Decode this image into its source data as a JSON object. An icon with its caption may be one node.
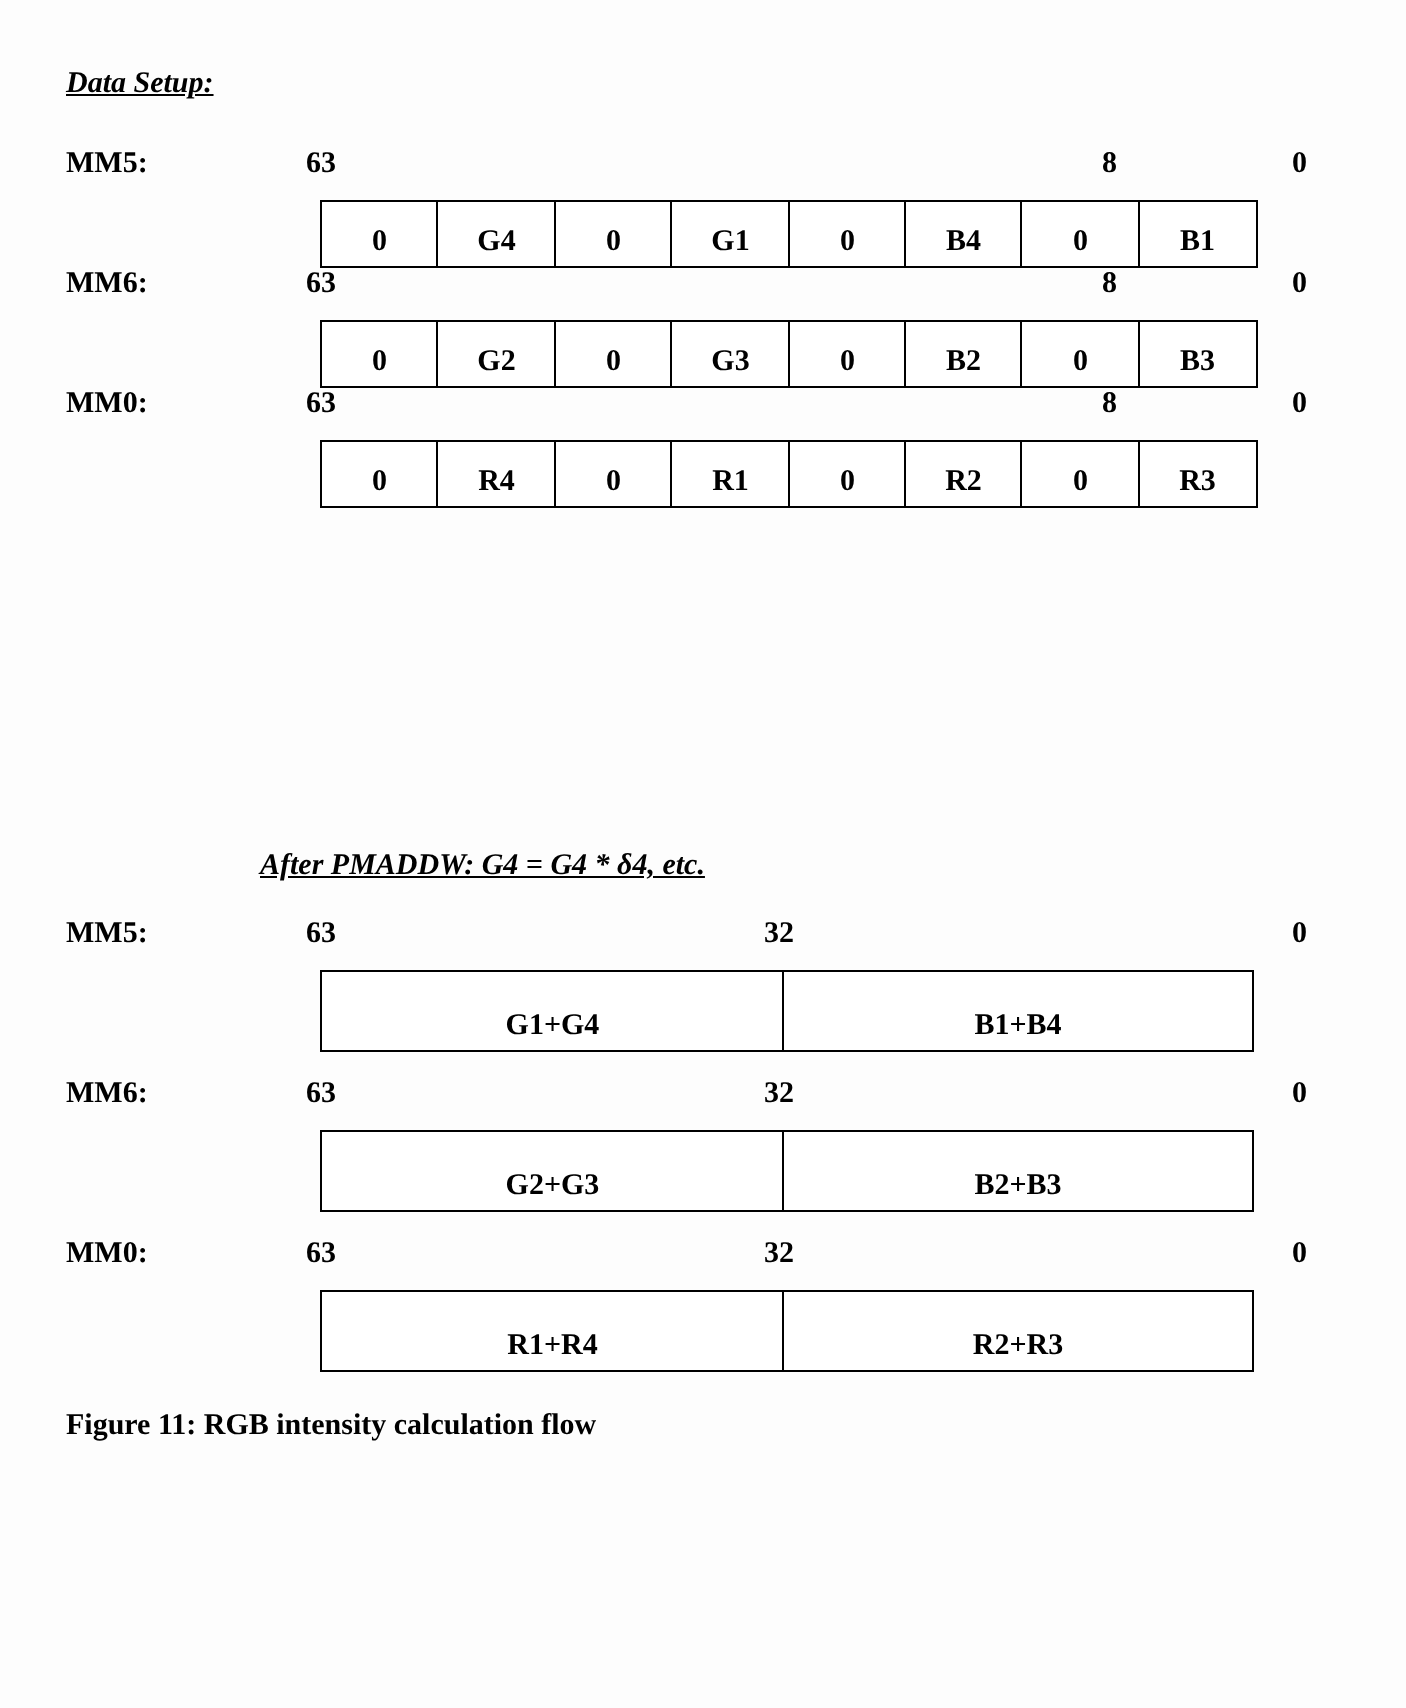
{
  "diagram": {
    "title": "Data Setup:",
    "caption": "Figure 11:  RGB intensity calculation flow",
    "nodes": [
      {
        "text": [
          "0"
        ]
      },
      {
        "text": [
          "G4"
        ]
      },
      {
        "text": [
          "0"
        ]
      },
      {
        "text": [
          "G1"
        ]
      },
      {
        "text": [
          "0"
        ]
      },
      {
        "text": [
          "B4"
        ]
      },
      {
        "text": [
          "0"
        ]
      },
      {
        "text": [
          "B1"
        ]
      },
      {
        "text": [
          "0"
        ]
      },
      {
        "text": [
          "G2"
        ]
      },
      {
        "text": [
          "0"
        ]
      },
      {
        "text": [
          "G3"
        ]
      },
      {
        "text": [
          "0"
        ]
      },
      {
        "text": [
          "B2"
        ]
      },
      {
        "text": [
          "0"
        ]
      },
      {
        "text": [
          "B3"
        ]
      },
      {
        "text": [
          "0"
        ]
      },
      {
        "text": [
          "R4"
        ]
      },
      {
        "text": [
          "0"
        ]
      },
      {
        "text": [
          "R1"
        ]
      },
      {
        "text": [
          "0"
        ]
      },
      {
        "text": [
          "R2"
        ]
      },
      {
        "text": [
          "0"
        ]
      },
      {
        "text": [
          "R3"
        ]
      },
      {
        "text": [
          "G1+G4"
        ]
      },
      {
        "text": [
          "B1+B4"
        ]
      },
      {
        "text": [
          "G2+G3"
        ]
      },
      {
        "text": [
          "B2+B3"
        ]
      },
      {
        "text": [
          "R1+R4"
        ]
      },
      {
        "text": [
          "R2+R3"
        ]
      }
    ],
    "labels": [
      "MM5:",
      "63",
      "8",
      "0",
      "MM6:",
      "63",
      "8",
      "0",
      "MM0:",
      "63",
      "8",
      "0",
      "After PMADDW: G4 = G4 * δ4, etc.",
      "MM5:",
      "63",
      "32",
      "0",
      "MM6:",
      "63",
      "32",
      "0",
      "MM0:",
      "63",
      "32",
      "0"
    ]
  }
}
